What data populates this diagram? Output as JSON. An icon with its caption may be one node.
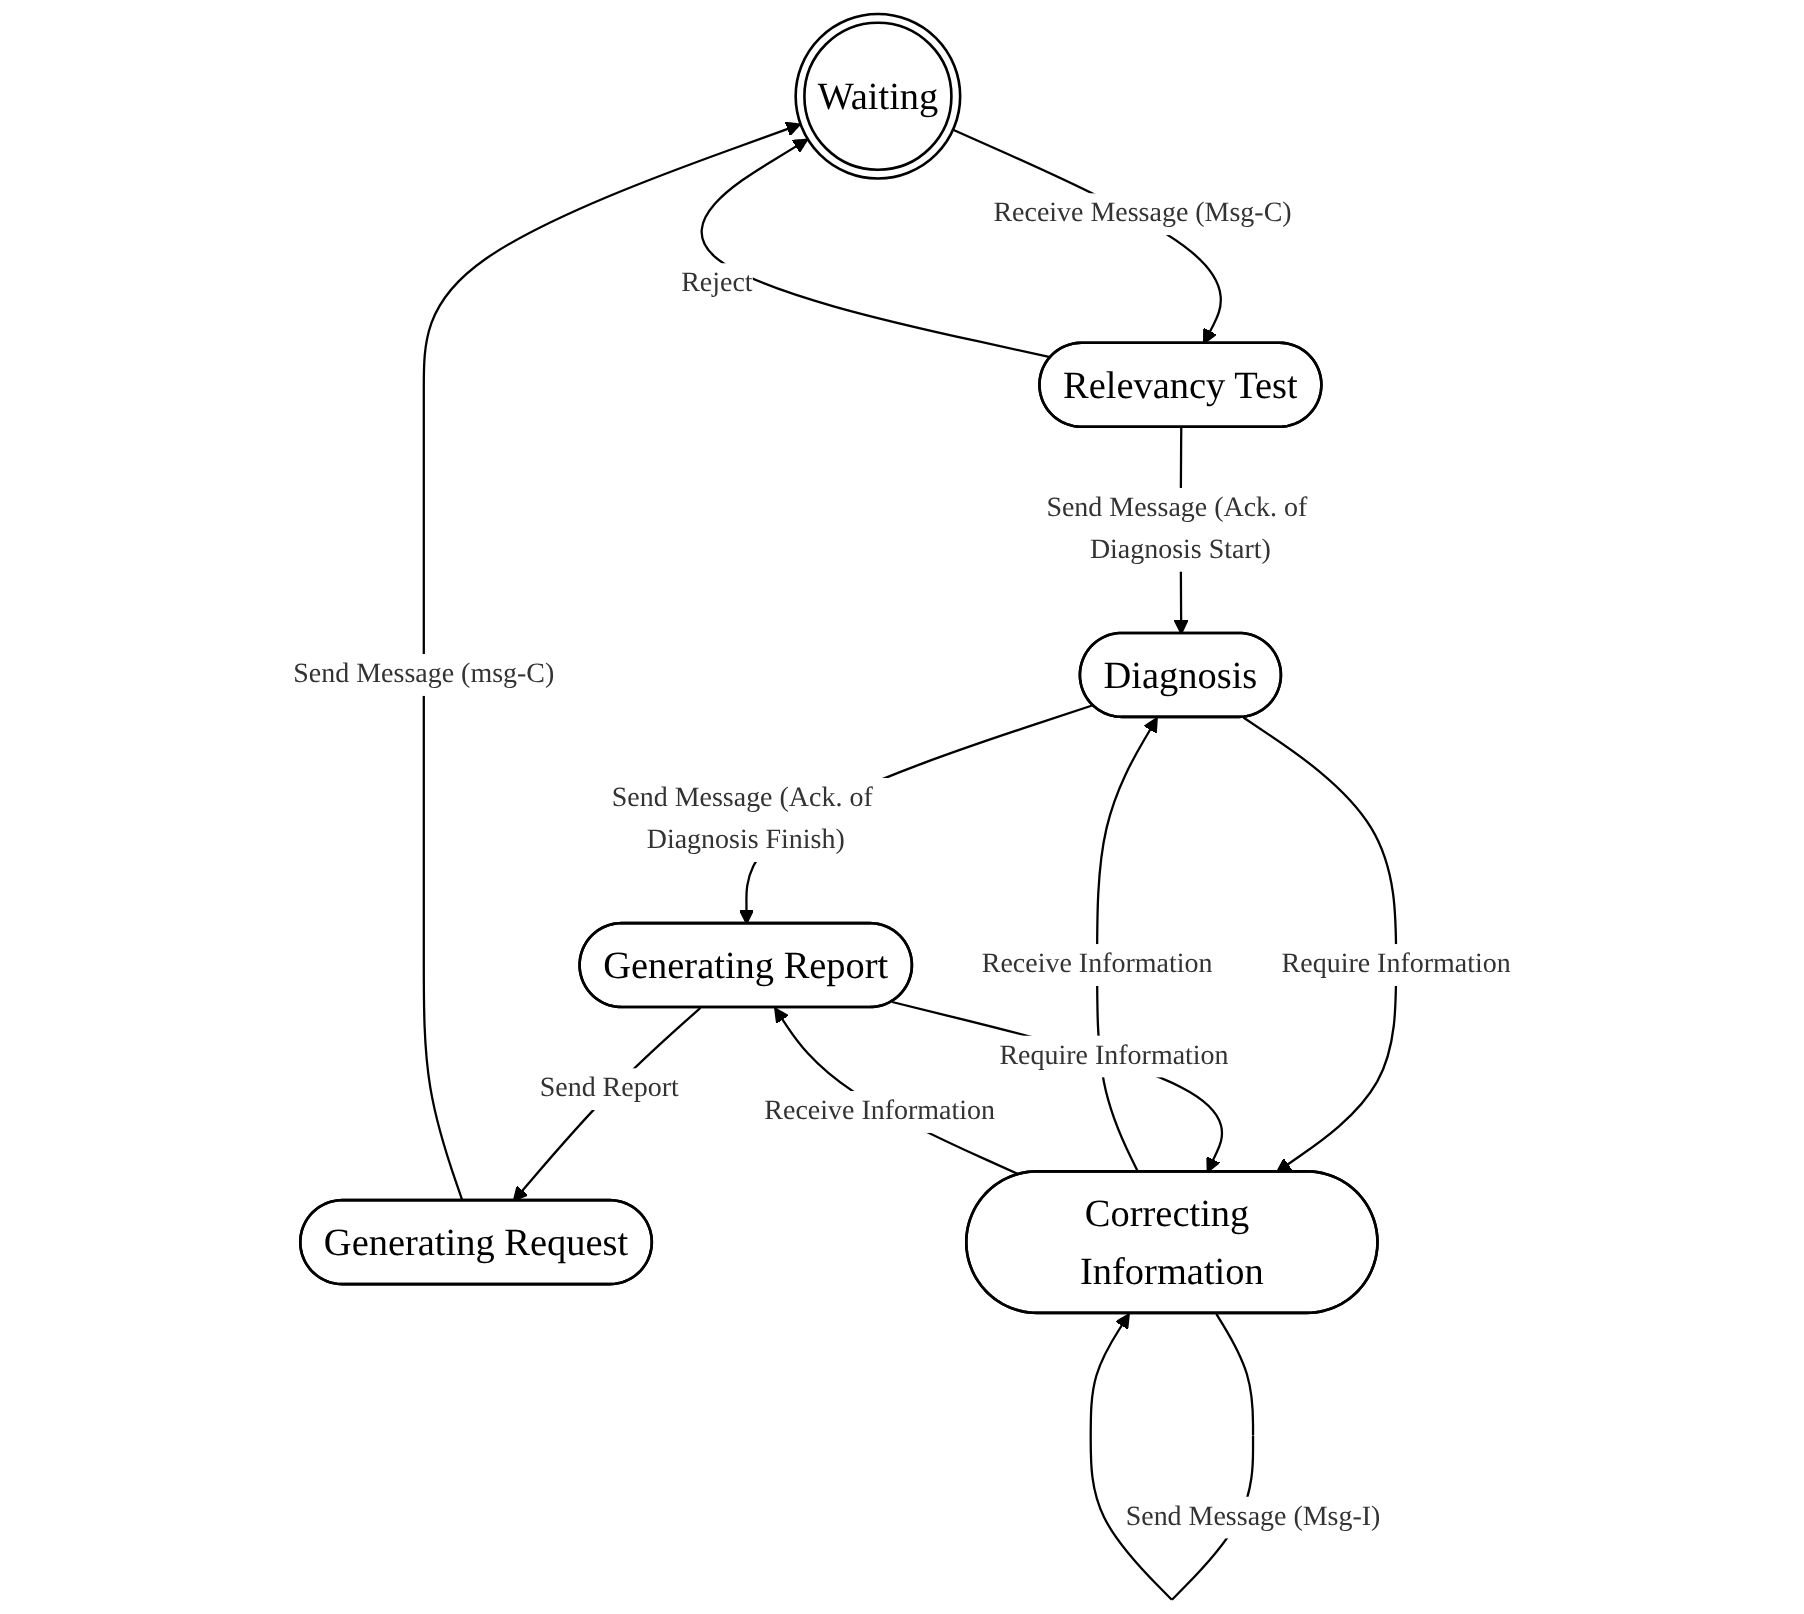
{
  "diagram": {
    "nodes": [
      {
        "text": [
          "Waiting"
        ]
      },
      {
        "text": [
          "Relevancy Test"
        ]
      },
      {
        "text": [
          "Generating Request"
        ]
      },
      {
        "text": [
          "Diagnosis"
        ]
      },
      {
        "text": [
          "Generating Report"
        ]
      },
      {
        "text": [
          "Correcting Information"
        ]
      }
    ],
    "edges": [
      {
        "from": 0,
        "to": 1,
        "label": "Receive Message (Msg-C)",
        "arrow": "to"
      },
      {
        "from": 1,
        "to": 0,
        "label": "Reject",
        "arrow": "to"
      },
      {
        "from": 2,
        "to": 0,
        "label": "Send Message (msg-C)",
        "arrow": "to"
      },
      {
        "from": 1,
        "to": 3,
        "label": "Send Message (Ack. of Diagnosis Start)",
        "arrow": "to"
      },
      {
        "from": 3,
        "to": 4,
        "label": "Send Message (Ack. of Diagnosis Finish)",
        "arrow": "to"
      },
      {
        "from": 4,
        "to": 2,
        "label": "Send Report",
        "arrow": "to"
      },
      {
        "from": 3,
        "to": 5,
        "label": "Require Information",
        "arrow": "to"
      },
      {
        "from": 5,
        "to": 3,
        "label": "Receive Information",
        "arrow": "to"
      },
      {
        "from": 4,
        "to": 5,
        "label": "Require Information",
        "arrow": "to"
      },
      {
        "from": 5,
        "to": 4,
        "label": "Receive Information",
        "arrow": "to"
      },
      {
        "from": 5,
        "to": 5,
        "label": "Send Message (Msg-I)",
        "arrow": "to"
      }
    ]
  }
}
